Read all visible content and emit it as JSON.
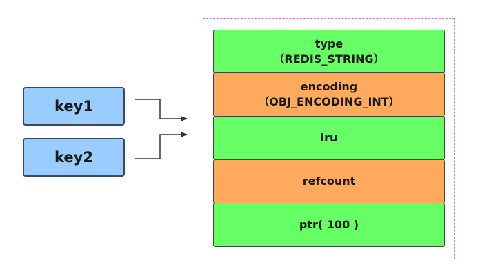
{
  "keys": [
    {
      "label": "key1"
    },
    {
      "label": "key2"
    }
  ],
  "object_fields": [
    {
      "line1": "type",
      "line2": "（REDIS_STRING）",
      "color": "#66ff66"
    },
    {
      "line1": "encoding",
      "line2": "（OBJ_ENCODING_INT）",
      "color": "#ffaa5c"
    },
    {
      "line1": "lru",
      "line2": "",
      "color": "#66ff66"
    },
    {
      "line1": "refcount",
      "line2": "",
      "color": "#ffaa5c"
    },
    {
      "line1": "ptr( 100 )",
      "line2": "",
      "color": "#66ff66"
    }
  ],
  "colors": {
    "key_fill": "#99ccff",
    "frame_border": "#c07be0",
    "arrow": "#333333"
  }
}
